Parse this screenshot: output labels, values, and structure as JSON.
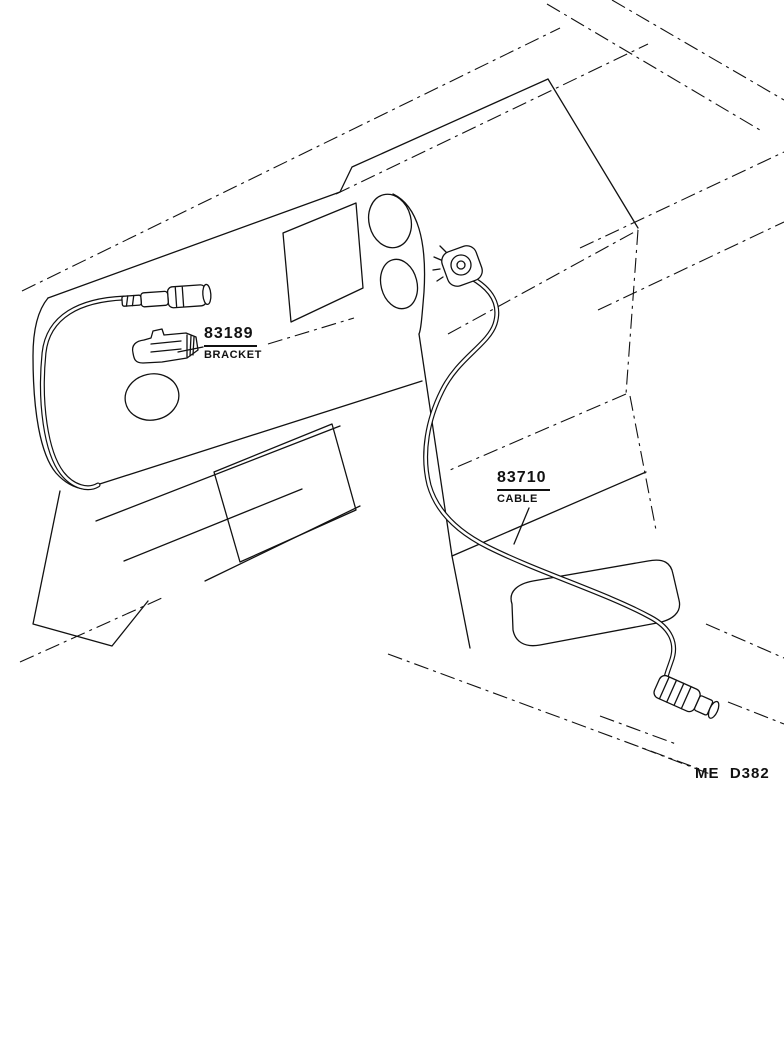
{
  "diagram": {
    "parts": [
      {
        "number": "83189",
        "name": "BRACKET"
      },
      {
        "number": "83710",
        "name": "CABLE"
      }
    ],
    "figure_code": "ME  D382",
    "colors": {
      "line": "#111111",
      "background": "#ffffff"
    }
  }
}
